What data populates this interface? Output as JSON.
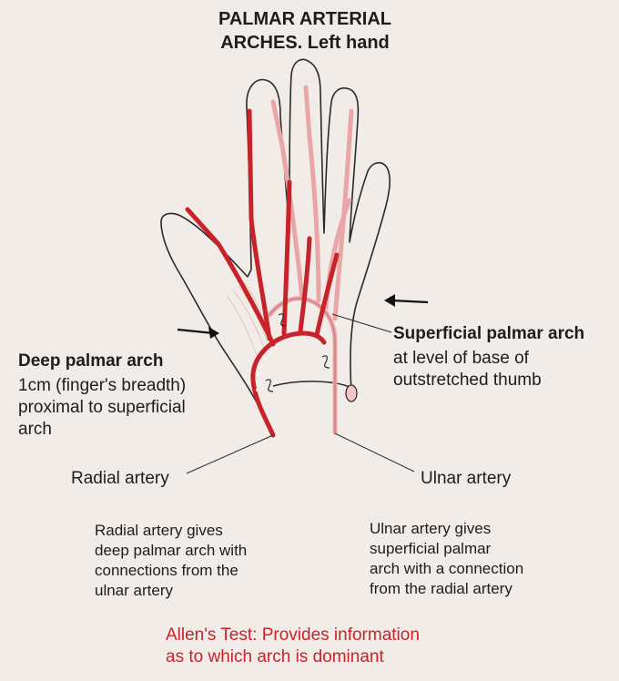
{
  "title": {
    "line1": "PALMAR ARTERIAL",
    "line2": "ARCHES.  Left hand"
  },
  "labels": {
    "deep_arch": {
      "name": "Deep palmar arch",
      "desc": [
        "1cm (finger's breadth)",
        "proximal to superficial",
        "arch"
      ]
    },
    "superficial_arch": {
      "name": "Superficial palmar arch",
      "desc": [
        "at level of base of",
        "outstretched thumb"
      ]
    },
    "radial_artery": "Radial artery",
    "ulnar_artery": "Ulnar artery"
  },
  "notes": {
    "radial": [
      "Radial artery gives",
      "deep palmar arch with",
      "connections from the",
      "ulnar artery"
    ],
    "ulnar": [
      "Ulnar artery gives",
      "superficial palmar",
      "arch with a connection",
      "from the radial artery"
    ]
  },
  "allens_test": [
    "Allen's Test: Provides information",
    "as to which arch is dominant"
  ],
  "colors": {
    "background": "#f1ece8",
    "deep_artery": "#c8232a",
    "superficial_artery": "#eaa6a6",
    "outline": "#2a2a2a",
    "note_red": "#c8232a"
  }
}
